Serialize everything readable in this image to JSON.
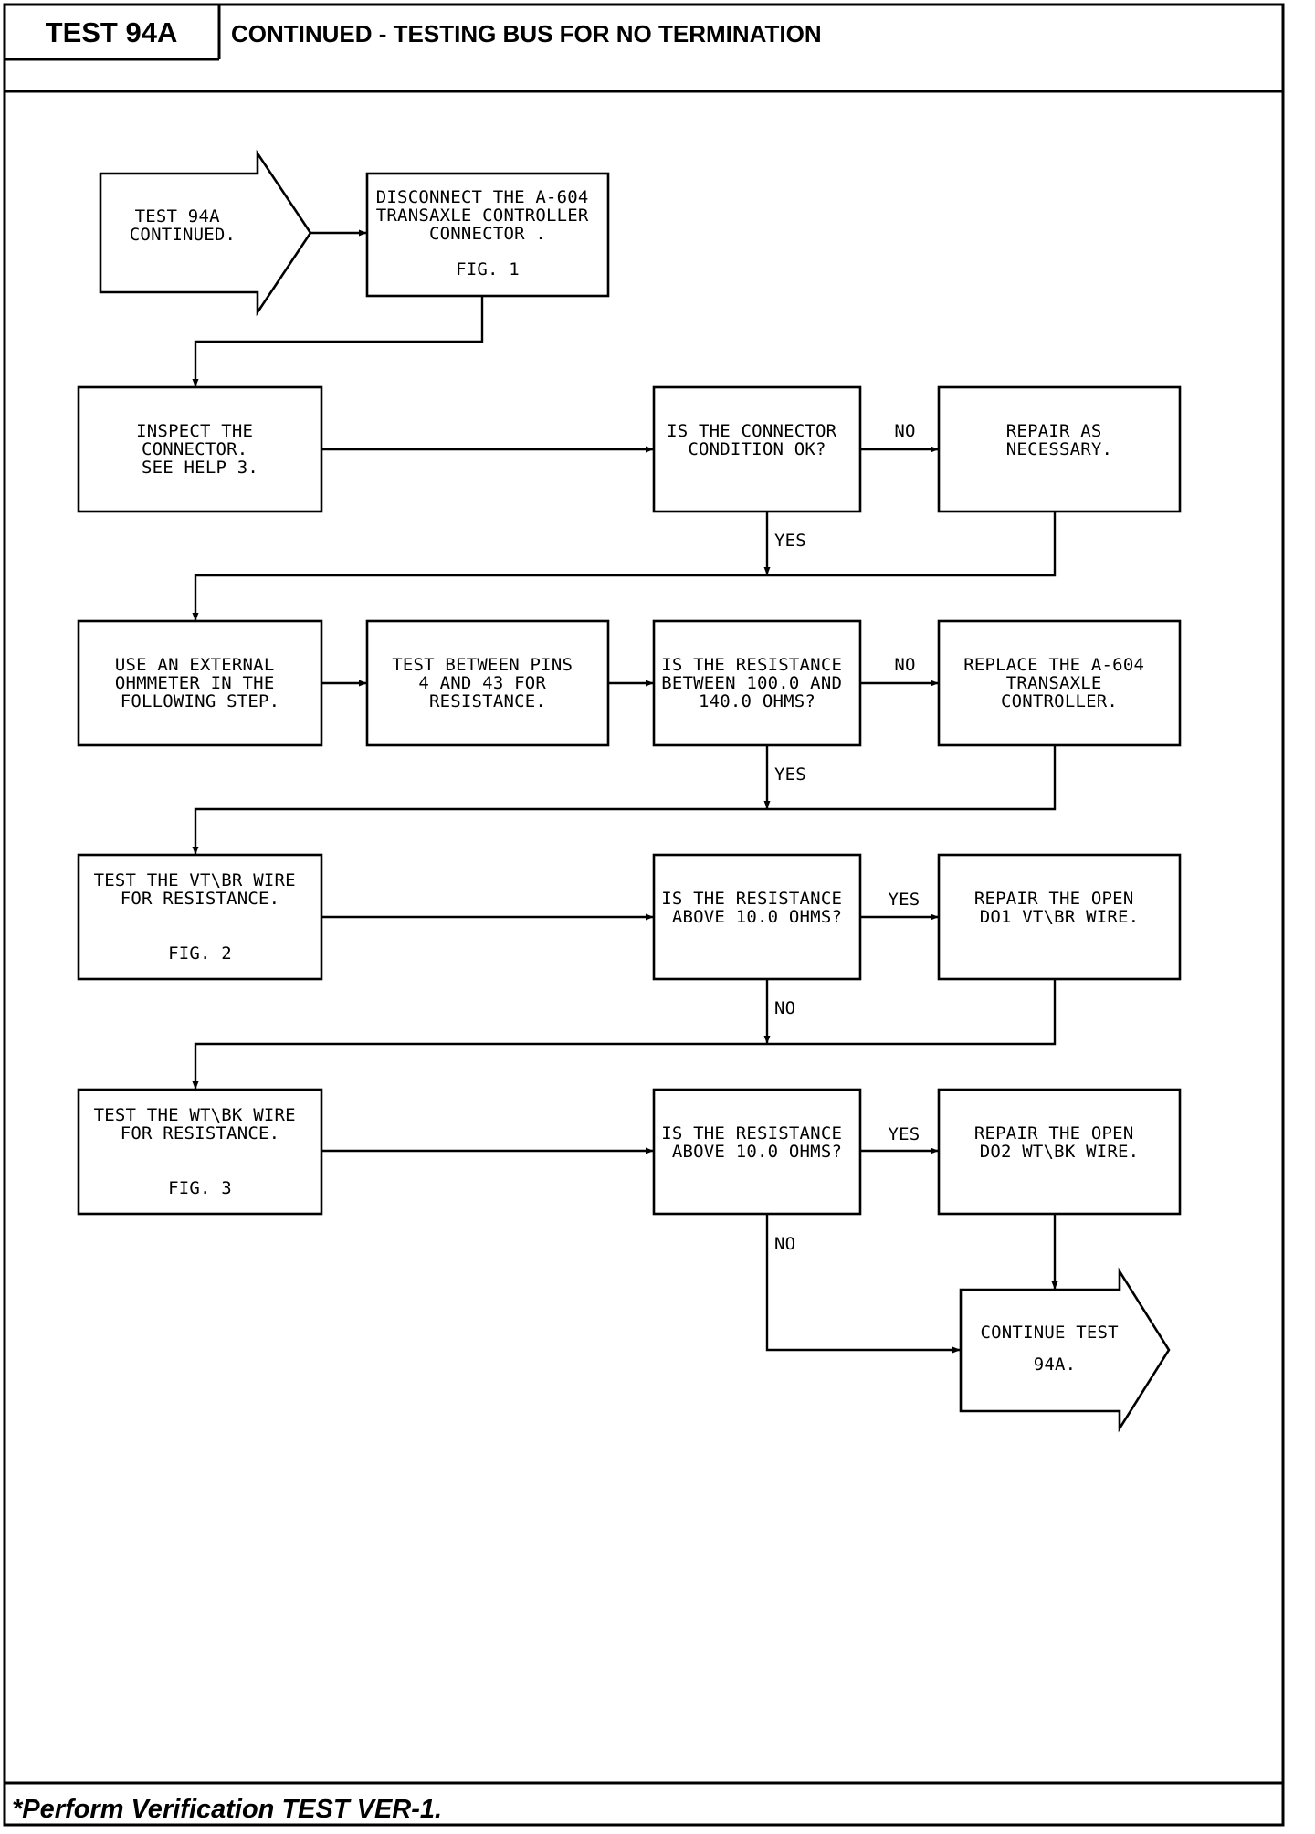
{
  "header": {
    "test_code": "TEST 94A",
    "title": "CONTINUED - TESTING BUS FOR NO TERMINATION"
  },
  "nodes": {
    "start": [
      "TEST 94A",
      "CONTINUED."
    ],
    "disconnect": [
      "DISCONNECT THE A-604",
      "TRANSAXLE CONTROLLER",
      "CONNECTOR ."
    ],
    "disconnect_fig": "FIG. 1",
    "inspect": [
      "INSPECT THE",
      "CONNECTOR.",
      "SEE HELP 3."
    ],
    "connector_ok": [
      "IS THE CONNECTOR",
      "CONDITION OK?"
    ],
    "repair_connector": [
      "REPAIR AS",
      "NECESSARY."
    ],
    "use_ohmmeter": [
      "USE AN EXTERNAL",
      "OHMMETER IN THE",
      "FOLLOWING STEP."
    ],
    "test_pins": [
      "TEST BETWEEN PINS",
      "4 AND 43 FOR",
      "RESISTANCE."
    ],
    "resistance_range": [
      "IS THE RESISTANCE",
      "BETWEEN 100.0 AND",
      "140.0 OHMS?"
    ],
    "replace_controller": [
      "REPLACE THE A-604",
      "TRANSAXLE",
      "CONTROLLER."
    ],
    "test_vt_br": [
      "TEST THE VT\\BR WIRE",
      "FOR RESISTANCE."
    ],
    "test_vt_br_fig": "FIG. 2",
    "vt_br_above": [
      "IS THE RESISTANCE",
      "ABOVE 10.0 OHMS?"
    ],
    "repair_d01": [
      "REPAIR THE OPEN",
      "DO1 VT\\BR WIRE."
    ],
    "test_wt_bk": [
      "TEST THE WT\\BK WIRE",
      "FOR RESISTANCE."
    ],
    "test_wt_bk_fig": "FIG. 3",
    "wt_bk_above": [
      "IS THE RESISTANCE",
      "ABOVE 10.0 OHMS?"
    ],
    "repair_d02": [
      "REPAIR THE OPEN",
      "DO2 WT\\BK WIRE."
    ],
    "continue": [
      "CONTINUE TEST",
      "94A."
    ]
  },
  "edge_labels": {
    "connector_no": "NO",
    "connector_yes": "YES",
    "range_no": "NO",
    "range_yes": "YES",
    "vt_br_yes": "YES",
    "vt_br_no": "NO",
    "wt_bk_yes": "YES",
    "wt_bk_no": "NO"
  },
  "footer": {
    "note": "*Perform Verification TEST VER-1."
  }
}
